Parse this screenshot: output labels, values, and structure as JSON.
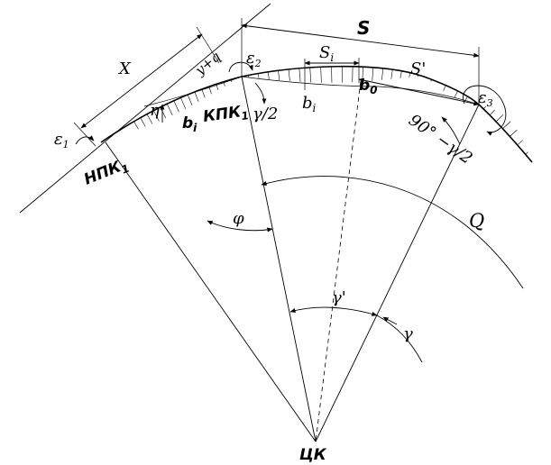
{
  "labels": {
    "x": "X",
    "s": "S",
    "s_i": "S",
    "s_i_sub": "i",
    "s_prime": "S'",
    "y_plus_q": "y+q",
    "eps1": "ε",
    "eps1_sub": "1",
    "eps2": "ε",
    "eps2_sub": "2",
    "eps3": "ε",
    "eps3_sub": "3",
    "eta": "η",
    "nnk": "НПК",
    "nnk_sub": "1",
    "b_i_left": "b",
    "b_i_left_sub": "i",
    "kpk": "КПК",
    "kpk_sub": "1",
    "gamma_half": "γ/2",
    "b_i_mid": "b",
    "b_i_mid_sub": "i",
    "b0": "b",
    "b0_sub": "0",
    "ninety_minus": "90° −γ/2",
    "phi": "φ",
    "q": "Q",
    "gamma_prime": "γ'",
    "gamma": "γ",
    "center": "ЦК"
  }
}
